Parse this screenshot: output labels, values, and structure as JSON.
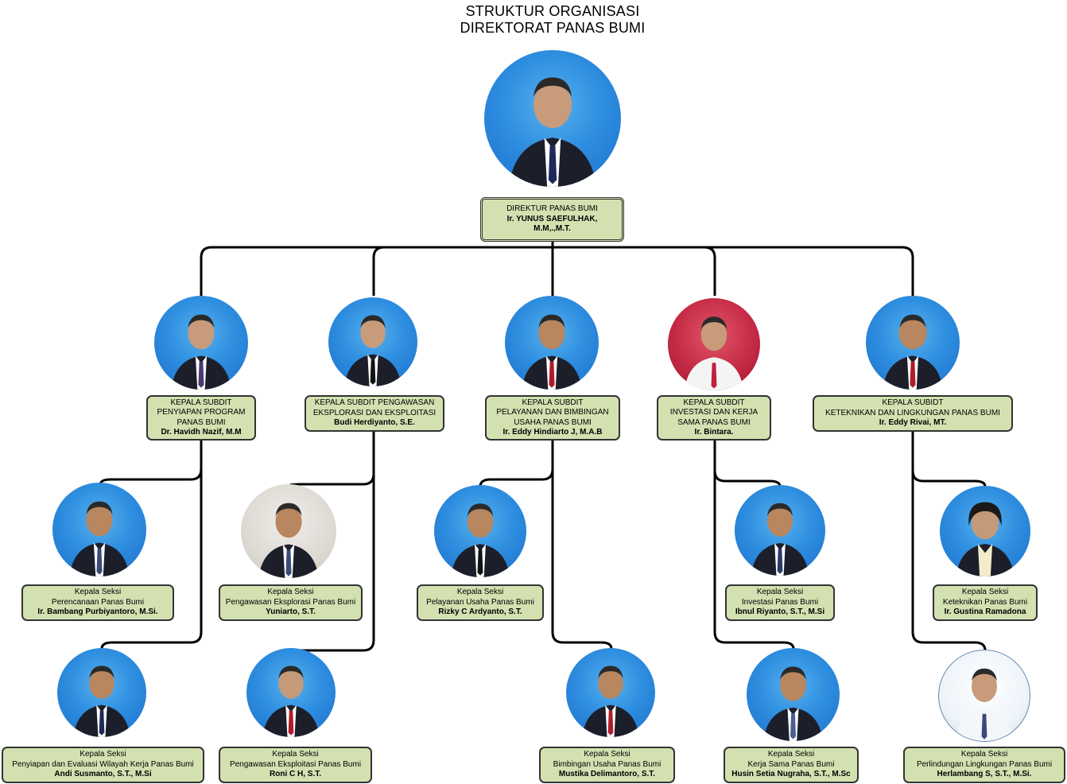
{
  "title": {
    "line1": "STRUKTUR ORGANISASI",
    "line2": "DIREKTORAT PANAS BUMI"
  },
  "director": {
    "role": "DIREKTUR PANAS BUMI",
    "name": "Ir. YUNUS SAEFULHAK,",
    "name2": "M.M,.,M.T."
  },
  "subdits": [
    {
      "role": [
        "KEPALA SUBDIT",
        "PENYIAPAN PROGRAM",
        "PANAS BUMI"
      ],
      "name": "Dr. Havidh Nazif,  M.M"
    },
    {
      "role": [
        "KEPALA SUBDIT PENGAWASAN",
        "EKSPLORASI DAN EKSPLOITASI"
      ],
      "name": "Budi Herdiyanto, S.E."
    },
    {
      "role": [
        "KEPALA SUBDIT",
        "PELAYANAN DAN  BIMBINGAN",
        "USAHA PANAS BUMI"
      ],
      "name": "Ir. Eddy Hindiarto J, M.A.B"
    },
    {
      "role": [
        "KEPALA SUBDIT",
        "INVESTASI DAN KERJA",
        "SAMA  PANAS BUMI"
      ],
      "name": "Ir. Bintara."
    },
    {
      "role": [
        "KEPALA SUBIDT",
        "KETEKNIKAN DAN LINGKUNGAN PANAS BUMI"
      ],
      "name": "Ir. Eddy Rivai, MT."
    }
  ],
  "sections": [
    {
      "role": "Kepala Seksi",
      "unit": "Perencanaan Panas Bumi",
      "name": "Ir. Bambang Purbiyantoro, M.Si."
    },
    {
      "role": "Kepala Seksi",
      "unit": "Penyiapan dan Evaluasi Wilayah Kerja Panas Bumi",
      "name": "Andi Susmanto, S.T., M.Si"
    },
    {
      "role": "Kepala Seksi",
      "unit": "Pengawasan Eksplorasi Panas Bumi",
      "name": "Yuniarto, S.T."
    },
    {
      "role": "Kepala Seksi",
      "unit": "Pengawasan Eksploitasi Panas Bumi",
      "name": "Roni  C H, S.T."
    },
    {
      "role": "Kepala Seksi",
      "unit": "Pelayanan Usaha Panas Bumi",
      "name": "Rizky C Ardyanto, S.T."
    },
    {
      "role": "Kepala Seksi",
      "unit": "Bimbingan Usaha Panas Bumi",
      "name": "Mustika Delimantoro, S.T."
    },
    {
      "role": "Kepala Seksi",
      "unit": "Investasi Panas Bumi",
      "name": "Ibnul Riyanto, S.T., M.Si"
    },
    {
      "role": "Kepala Seksi",
      "unit": "Kerja Sama Panas Bumi",
      "name": "Husin Setia Nugraha, S.T., M.Sc"
    },
    {
      "role": "Kepala Seksi",
      "unit": "Keteknikan Panas Bumi",
      "name": "Ir. Gustina Ramadona"
    },
    {
      "role": "Kepala Seksi",
      "unit": "Perlindungan Lingkungan Panas Bumi",
      "name": "Herlambang S, S.T., M.Si."
    }
  ],
  "colors": {
    "box_fill": "#d3e1b1",
    "photo_bg_blue": "#2f8fe0",
    "photo_bg_red": "#c52a45",
    "line": "#000000"
  }
}
